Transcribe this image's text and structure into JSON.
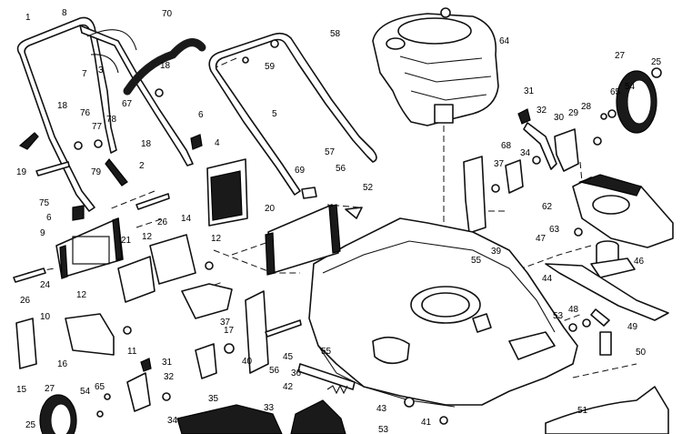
{
  "colors": {
    "ink": "#111111",
    "paper": "#ffffff",
    "solid": "#1a1a1a"
  },
  "callouts": [
    {
      "id": "c-1",
      "label": "1"
    },
    {
      "id": "c-8",
      "label": "8"
    },
    {
      "id": "c-70",
      "label": "70"
    },
    {
      "id": "c-58",
      "label": "58"
    },
    {
      "id": "c-64",
      "label": "64"
    },
    {
      "id": "c-27a",
      "label": "27"
    },
    {
      "id": "c-25a",
      "label": "25"
    },
    {
      "id": "c-7",
      "label": "7"
    },
    {
      "id": "c-3",
      "label": "3"
    },
    {
      "id": "c-18a",
      "label": "18"
    },
    {
      "id": "c-59",
      "label": "59"
    },
    {
      "id": "c-54a",
      "label": "54"
    },
    {
      "id": "c-65a",
      "label": "65"
    },
    {
      "id": "c-31a",
      "label": "31"
    },
    {
      "id": "c-67",
      "label": "67"
    },
    {
      "id": "c-18b",
      "label": "18"
    },
    {
      "id": "c-76",
      "label": "76"
    },
    {
      "id": "c-78",
      "label": "78"
    },
    {
      "id": "c-5",
      "label": "5"
    },
    {
      "id": "c-6a",
      "label": "6"
    },
    {
      "id": "c-28",
      "label": "28"
    },
    {
      "id": "c-29",
      "label": "29"
    },
    {
      "id": "c-30",
      "label": "30"
    },
    {
      "id": "c-32a",
      "label": "32"
    },
    {
      "id": "c-77",
      "label": "77"
    },
    {
      "id": "c-18c",
      "label": "18"
    },
    {
      "id": "c-4",
      "label": "4"
    },
    {
      "id": "c-34a",
      "label": "34"
    },
    {
      "id": "c-68",
      "label": "68"
    },
    {
      "id": "c-19",
      "label": "19"
    },
    {
      "id": "c-79",
      "label": "79"
    },
    {
      "id": "c-2",
      "label": "2"
    },
    {
      "id": "c-57",
      "label": "57"
    },
    {
      "id": "c-37a",
      "label": "37"
    },
    {
      "id": "c-56a",
      "label": "56"
    },
    {
      "id": "c-69",
      "label": "69"
    },
    {
      "id": "c-52",
      "label": "52"
    },
    {
      "id": "c-75",
      "label": "75"
    },
    {
      "id": "c-6b",
      "label": "6"
    },
    {
      "id": "c-26a",
      "label": "26"
    },
    {
      "id": "c-14",
      "label": "14"
    },
    {
      "id": "c-20",
      "label": "20"
    },
    {
      "id": "c-62",
      "label": "62"
    },
    {
      "id": "c-63",
      "label": "63"
    },
    {
      "id": "c-9",
      "label": "9"
    },
    {
      "id": "c-21",
      "label": "21"
    },
    {
      "id": "c-12a",
      "label": "12"
    },
    {
      "id": "c-12b",
      "label": "12"
    },
    {
      "id": "c-47",
      "label": "47"
    },
    {
      "id": "c-39",
      "label": "39"
    },
    {
      "id": "c-55a",
      "label": "55"
    },
    {
      "id": "c-46",
      "label": "46"
    },
    {
      "id": "c-24",
      "label": "24"
    },
    {
      "id": "c-44",
      "label": "44"
    },
    {
      "id": "c-12c",
      "label": "12"
    },
    {
      "id": "c-26b",
      "label": "26"
    },
    {
      "id": "c-17",
      "label": "17"
    },
    {
      "id": "c-48",
      "label": "48"
    },
    {
      "id": "c-53a",
      "label": "53"
    },
    {
      "id": "c-10",
      "label": "10"
    },
    {
      "id": "c-37b",
      "label": "37"
    },
    {
      "id": "c-49",
      "label": "49"
    },
    {
      "id": "c-11",
      "label": "11"
    },
    {
      "id": "c-55b",
      "label": "55"
    },
    {
      "id": "c-45",
      "label": "45"
    },
    {
      "id": "c-50",
      "label": "50"
    },
    {
      "id": "c-16",
      "label": "16"
    },
    {
      "id": "c-31b",
      "label": "31"
    },
    {
      "id": "c-40",
      "label": "40"
    },
    {
      "id": "c-56b",
      "label": "56"
    },
    {
      "id": "c-36",
      "label": "36"
    },
    {
      "id": "c-15",
      "label": "15"
    },
    {
      "id": "c-32b",
      "label": "32"
    },
    {
      "id": "c-35",
      "label": "35"
    },
    {
      "id": "c-42",
      "label": "42"
    },
    {
      "id": "c-27b",
      "label": "27"
    },
    {
      "id": "c-54b",
      "label": "54"
    },
    {
      "id": "c-65b",
      "label": "65"
    },
    {
      "id": "c-33",
      "label": "33"
    },
    {
      "id": "c-43",
      "label": "43"
    },
    {
      "id": "c-51",
      "label": "51"
    },
    {
      "id": "c-25b",
      "label": "25"
    },
    {
      "id": "c-34b",
      "label": "34"
    },
    {
      "id": "c-53b",
      "label": "53"
    },
    {
      "id": "c-41",
      "label": "41"
    }
  ]
}
